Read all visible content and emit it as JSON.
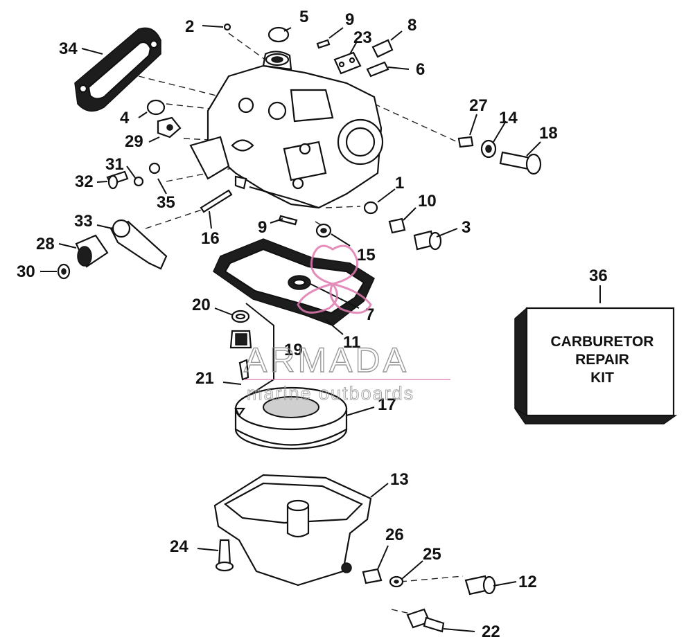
{
  "callouts": {
    "c1": "1",
    "c2": "2",
    "c3": "3",
    "c4": "4",
    "c5": "5",
    "c6": "6",
    "c7": "7",
    "c8": "8",
    "c9a": "9",
    "c9b": "9",
    "c10": "10",
    "c11": "11",
    "c12": "12",
    "c13": "13",
    "c14": "14",
    "c15": "15",
    "c16": "16",
    "c17": "17",
    "c18": "18",
    "c19": "19",
    "c20": "20",
    "c21": "21",
    "c22": "22",
    "c23": "23",
    "c24": "24",
    "c25": "25",
    "c26": "26",
    "c27": "27",
    "c28": "28",
    "c29": "29",
    "c30": "30",
    "c31": "31",
    "c32": "32",
    "c33": "33",
    "c34": "34",
    "c35": "35",
    "c36": "36"
  },
  "kit_box": {
    "line1": "CARBURETOR",
    "line2": "REPAIR",
    "line3": "KIT"
  },
  "watermark": {
    "title": "ARMADA",
    "subtitle": "marine outboards",
    "logo_color": "#e07ab0"
  }
}
